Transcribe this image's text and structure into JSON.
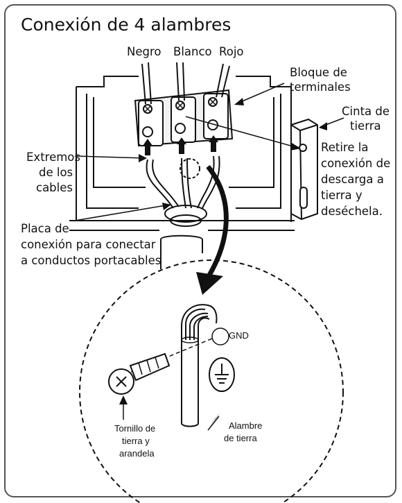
{
  "title": "Conexión de 4 alambres",
  "wire_labels": {
    "black": "Negro",
    "white": "Blanco",
    "red": "Rojo"
  },
  "terminal_block": {
    "line1": "Bloque de",
    "line2": "terminales"
  },
  "ground_strap": {
    "line1": "Cinta de",
    "line2": "tierra"
  },
  "remove_note": {
    "line1": "Retire la",
    "line2": "conexión de",
    "line3": "descarga a",
    "line4": "tierra y",
    "line5": "deséchela."
  },
  "cable_ends": {
    "line1": "Extremos",
    "line2": "de los",
    "line3": "cables"
  },
  "conduit_plate": {
    "line1": "Placa de",
    "line2": "conexión para conectar",
    "line3": "a conductos portacables"
  },
  "detail": {
    "gnd_label": "GND",
    "screw": {
      "line1": "Tornillo de",
      "line2": "tierra y",
      "line3": "arandela"
    },
    "ground_wire": {
      "line1": "Alambre",
      "line2": "de tierra"
    }
  }
}
